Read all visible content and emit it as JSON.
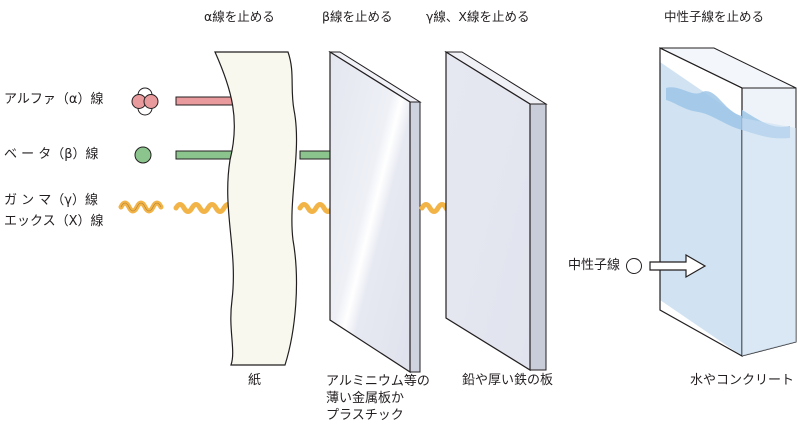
{
  "headers": {
    "paper": "α線を止める",
    "aluminum": "β線を止める",
    "lead": "γ線、X線を止める",
    "water": "中性子線を止める"
  },
  "radiation": {
    "alpha": "アルファ（α）線",
    "beta": "ベ ー タ（β）線",
    "gamma": "ガ ン マ（γ）線",
    "xray": "エックス（X）線",
    "neutron": "中性子線"
  },
  "materials": {
    "paper": "紙",
    "aluminum": "アルミニウム等の\n薄い金属板か\nプラスチック",
    "lead": "鉛や厚い鉄の板",
    "water": "水やコンクリート"
  },
  "colors": {
    "alpha": "#e89a9c",
    "beta": "#8cc48e",
    "gamma": "#f2b347",
    "water": "#c9def0",
    "metal": "#e6e9f3",
    "paper": "#f8f8ee"
  }
}
